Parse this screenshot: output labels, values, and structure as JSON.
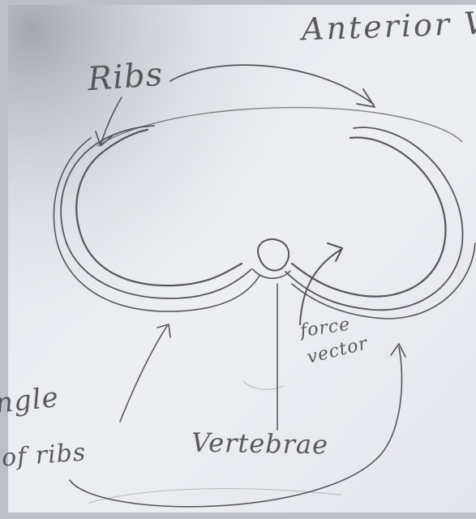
{
  "labels": {
    "title": "Anterior Vi",
    "ribs": "Ribs",
    "force_line1": "force",
    "force_line2": "vector",
    "angle_line1": "ngle",
    "angle_line2": "of ribs",
    "vertebrae": "Vertebrae"
  },
  "colors": {
    "paper": "#e9ecf1",
    "paper_shadow": "#c2c6cc",
    "pencil": "#4a4a4f",
    "frame": "#b8bcc2"
  }
}
